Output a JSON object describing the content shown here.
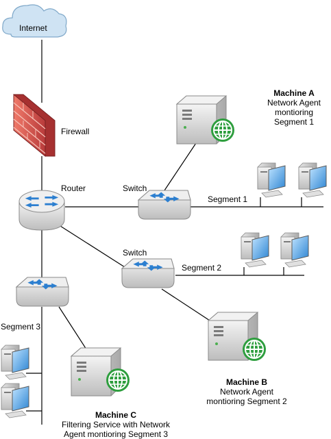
{
  "labels": {
    "internet": "Internet",
    "firewall": "Firewall",
    "router": "Router",
    "switch1": "Switch",
    "switch2": "Switch",
    "segment1": "Segment 1",
    "segment2": "Segment 2",
    "segment3": "Segment 3"
  },
  "machines": {
    "a": {
      "title": "Machine A",
      "line1": "Network Agent",
      "line2": "montioring",
      "line3": "Segment 1"
    },
    "b": {
      "title": "Machine B",
      "line1": "Network Agent",
      "line2": "montioring Segment 2"
    },
    "c": {
      "title": "Machine C",
      "line1": "Filtering Service with Network",
      "line2": "Agent montioring Segment 3"
    }
  },
  "colors": {
    "cloud_fill": "#cfe3f3",
    "cloud_stroke": "#7fa8c9",
    "device_body": "#d9d9d9",
    "arrow_blue": "#2c7fd0",
    "firewall_red": "#d84b4b",
    "globe_green": "#2e9e3e",
    "screen_blue": "#3b8fd6"
  }
}
